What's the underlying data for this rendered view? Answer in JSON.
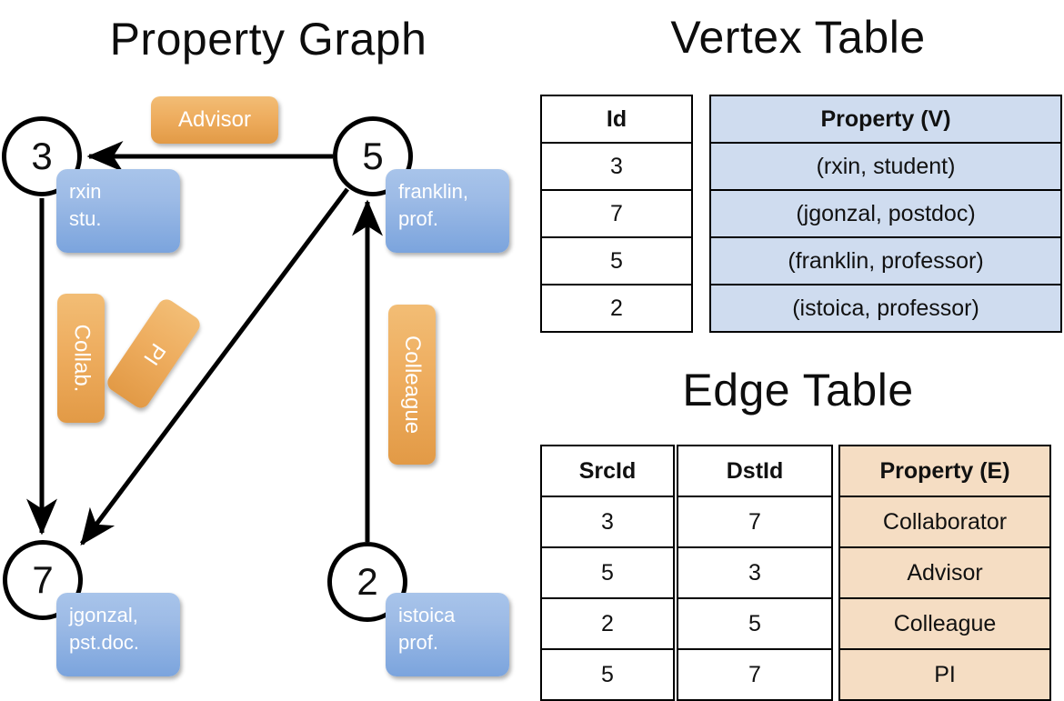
{
  "titles": {
    "property_graph": "Property Graph",
    "vertex_table": "Vertex Table",
    "edge_table": "Edge Table"
  },
  "graph": {
    "nodes": [
      {
        "id": "3",
        "property": "rxin\nstu."
      },
      {
        "id": "5",
        "property": "franklin,\nprof."
      },
      {
        "id": "7",
        "property": "jgonzal,\npst.doc."
      },
      {
        "id": "2",
        "property": "istoica\nprof."
      }
    ],
    "edge_labels": [
      {
        "name": "advisor-label",
        "text": "Advisor"
      },
      {
        "name": "collab-label",
        "text": "Collab."
      },
      {
        "name": "pi-label",
        "text": "PI"
      },
      {
        "name": "colleague-label",
        "text": "Colleague"
      }
    ]
  },
  "vertex_table": {
    "headers": [
      "Id",
      "Property (V)"
    ],
    "rows": [
      {
        "id": "3",
        "property": "(rxin, student)"
      },
      {
        "id": "7",
        "property": "(jgonzal, postdoc)"
      },
      {
        "id": "5",
        "property": "(franklin, professor)"
      },
      {
        "id": "2",
        "property": "(istoica, professor)"
      }
    ]
  },
  "edge_table": {
    "headers": [
      "SrcId",
      "DstId",
      "Property (E)"
    ],
    "rows": [
      {
        "src": "3",
        "dst": "7",
        "property": "Collaborator"
      },
      {
        "src": "5",
        "dst": "3",
        "property": "Advisor"
      },
      {
        "src": "2",
        "dst": "5",
        "property": "Colleague"
      },
      {
        "src": "5",
        "dst": "7",
        "property": "PI"
      }
    ]
  },
  "colors": {
    "vertex_property_fill": "#cfdcef",
    "edge_property_fill": "#f5ddc3",
    "node_chip_blue": "#7ba4dd",
    "edge_chip_orange": "#eead5f",
    "stroke": "#000000"
  }
}
